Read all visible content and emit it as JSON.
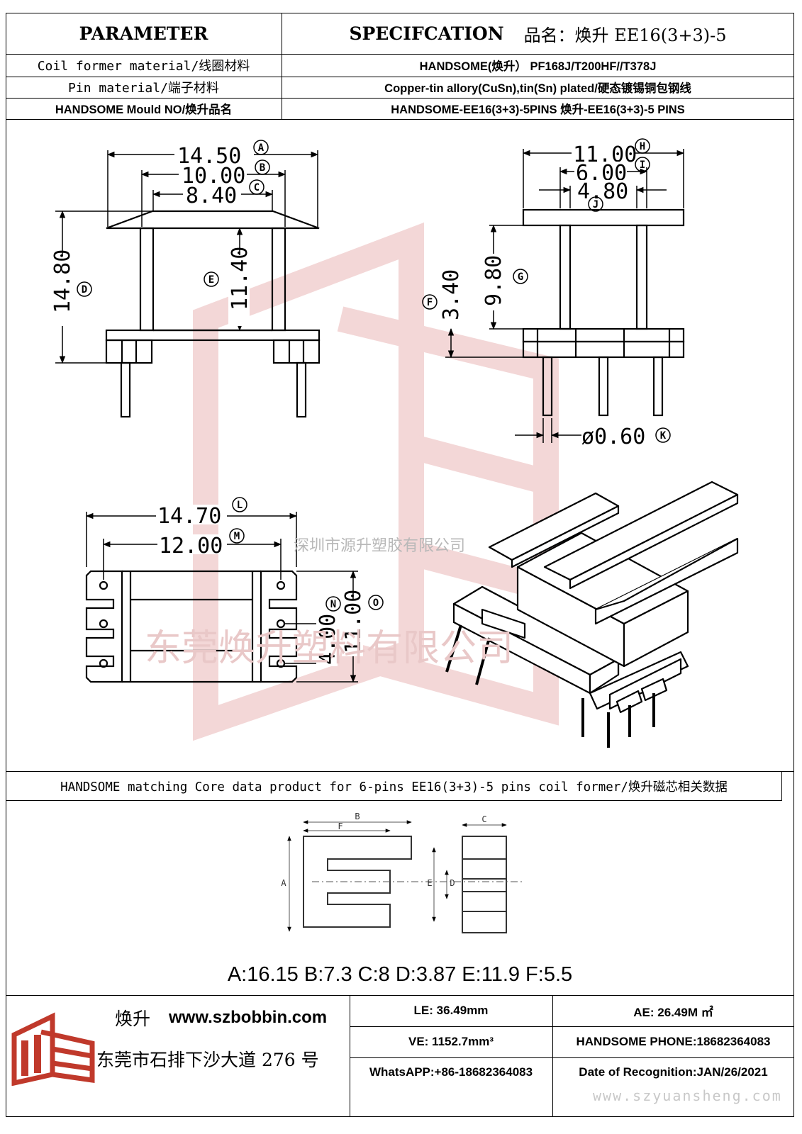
{
  "header": {
    "parameter": "PARAMETER",
    "specification": "SPECIFCATION",
    "product_name": "品名：焕升 EE16(3+3)-5"
  },
  "rows": [
    {
      "label": "Coil former material/线圈材料",
      "value": "HANDSOME(焕升）  PF168J/T200HF//T378J"
    },
    {
      "label": "Pin material/端子材料",
      "value": "Copper-tin allory(CuSn),tin(Sn) plated/硬态镀锡铜包钢线"
    },
    {
      "label": "HANDSOME Mould NO/焕升品名",
      "value": "HANDSOME-EE16(3+3)-5PINS    焕升-EE16(3+3)-5 PINS"
    }
  ],
  "drawing": {
    "front_view": {
      "dims": [
        "14.50",
        "10.00",
        "8.40",
        "14.80",
        "11.40"
      ],
      "markers": [
        "A",
        "B",
        "C",
        "D",
        "E"
      ]
    },
    "side_view": {
      "dims": [
        "11.00",
        "6.00",
        "4.80",
        "9.80",
        "3.40",
        "ø0.60"
      ],
      "markers": [
        "H",
        "I",
        "J",
        "G",
        "F",
        "K"
      ]
    },
    "bottom_view": {
      "dims": [
        "14.70",
        "12.00",
        "4.00",
        "11.00"
      ],
      "markers": [
        "L",
        "M",
        "N",
        "O"
      ]
    },
    "watermark_small": "深圳市源升塑胶有限公司",
    "watermark_large": "东莞焕升塑料有限公司"
  },
  "core_section": {
    "title": "HANDSOME matching Core data  product for 6-pins EE16(3+3)-5 pins coil former/焕升磁芯相关数据",
    "diagram_labels": [
      "B",
      "F",
      "A",
      "C",
      "E",
      "D"
    ],
    "values": "A:16.15 B:7.3 C:8 D:3.87 E:11.9 F:5.5"
  },
  "footer": {
    "brand": "焕升",
    "website": "www.szbobbin.com",
    "address": "东莞市石排下沙大道 276 号",
    "le": "LE: 36.49mm",
    "ae": "AE: 26.49M ㎡",
    "ve": "VE: 1152.7mm³",
    "phone": "HANDSOME PHONE:18682364083",
    "whatsapp": "WhatsAPP:+86-18682364083",
    "date": "Date of Recognition:JAN/26/2021",
    "watermark_url": "www.szyuansheng.com"
  },
  "colors": {
    "logo_red": "#c0392b",
    "watermark": "#e9c8c8"
  }
}
